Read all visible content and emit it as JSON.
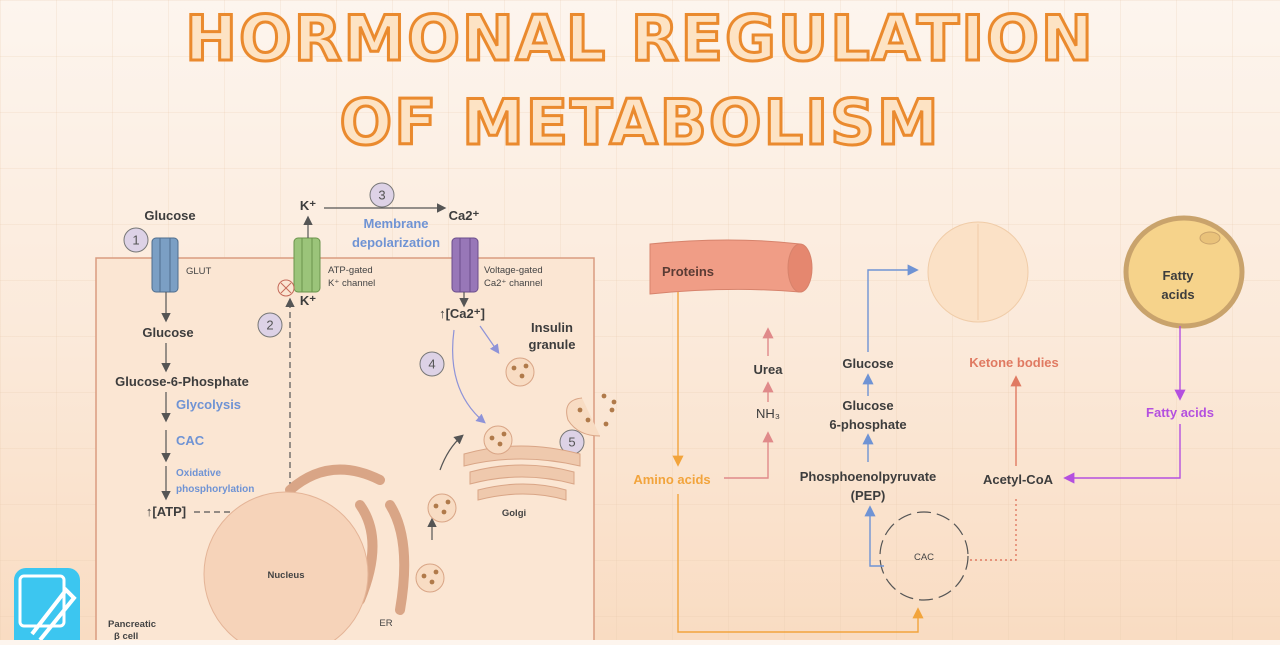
{
  "title": {
    "line1": "HORMONAL REGULATION",
    "line2": "OF METABOLISM"
  },
  "left_panel": {
    "steps": [
      "1",
      "2",
      "3",
      "4",
      "5"
    ],
    "glucose_top": "Glucose",
    "glut": "GLUT",
    "k_plus_top": "K⁺",
    "k_plus_bottom": "K⁺",
    "atp_channel": [
      "ATP-gated",
      "K⁺ channel"
    ],
    "membrane_depol": [
      "Membrane",
      "depolarization"
    ],
    "ca_top": "Ca2⁺",
    "ca_channel": [
      "Voltage-gated",
      "Ca2⁺ channel"
    ],
    "glucose_inside": "Glucose",
    "g6p": "Glucose-6-Phosphate",
    "glycolysis": "Glycolysis",
    "cac": "CAC",
    "oxphos": [
      "Oxidative",
      "phosphorylation"
    ],
    "atp": "↑[ATP]",
    "ca_inside": "↑[Ca2⁺]",
    "insulin_granule": [
      "Insulin",
      "granule"
    ],
    "golgi": "Golgi",
    "nucleus": "Nucleus",
    "er": "ER",
    "cell_label": [
      "Pancreatic",
      "β cell"
    ]
  },
  "right_panel": {
    "proteins": "Proteins",
    "amino_acids": "Amino acids",
    "nh3": "NH₃",
    "urea": "Urea",
    "pep": [
      "Phosphoenolpyruvate",
      "(PEP)"
    ],
    "g6p": [
      "Glucose",
      "6-phosphate"
    ],
    "glucose": "Glucose",
    "ketone_bodies": "Ketone bodies",
    "acetyl_coa": "Acetyl-CoA",
    "cac": "CAC",
    "fatty_acids_cell": [
      "Fatty",
      "acids"
    ],
    "fatty_acids": "Fatty acids"
  },
  "colors": {
    "title_fill": "#fde3c4",
    "title_stroke": "#ea8a2e",
    "protein_path": "#f2a43c",
    "urea_path": "#e08a8a",
    "glucose_path": "#6f93d4",
    "ketone_path": "#e07a62",
    "fatty_path": "#b450df"
  },
  "icons": {
    "app_icon": "pencil-app-icon"
  }
}
